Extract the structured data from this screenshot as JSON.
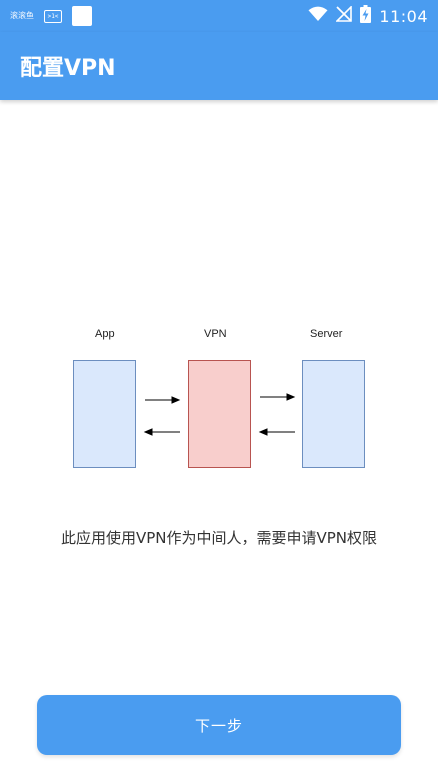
{
  "status_bar": {
    "left_text": "滚滚鱼",
    "box_text": ">1<",
    "time": "11:04",
    "icons": [
      "wifi-icon",
      "no-signal-icon",
      "battery-charging-icon"
    ]
  },
  "app_bar": {
    "title": "配置VPN"
  },
  "diagram": {
    "labels": {
      "app": "App",
      "vpn": "VPN",
      "server": "Server"
    },
    "colors": {
      "blue_fill": "#dae8fc",
      "blue_stroke": "#6c8ebf",
      "red_fill": "#f8cecc",
      "red_stroke": "#b85450"
    }
  },
  "description": "此应用使用VPN作为中间人，需要申请VPN权限",
  "button": {
    "label": "下一步"
  },
  "colors": {
    "primary": "#4a9cf0"
  }
}
